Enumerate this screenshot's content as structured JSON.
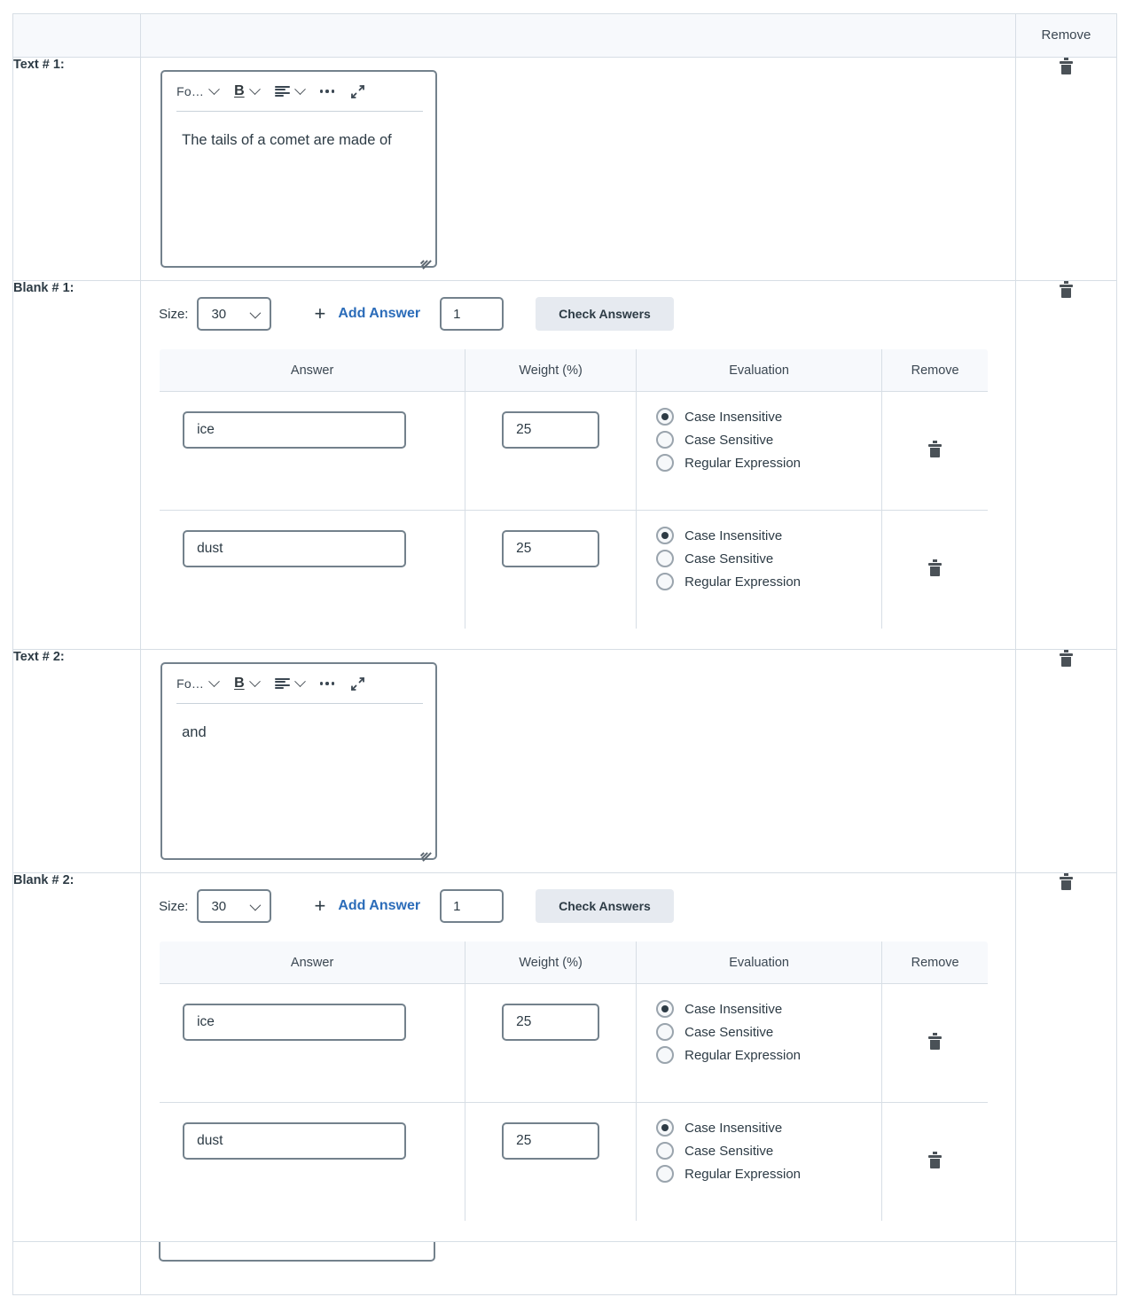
{
  "table": {
    "header": {
      "remove_label": "Remove"
    },
    "rows": [
      {
        "kind": "text",
        "label": "Text # 1:",
        "editor": {
          "font_label": "Fo…",
          "bold_label": "B",
          "content": "The tails of a comet are made of"
        }
      },
      {
        "kind": "blank",
        "label": "Blank # 1:",
        "toolbar": {
          "size_label": "Size:",
          "size_value": "30",
          "plus_label": "+",
          "add_answer_label": "Add Answer",
          "count_value": "1",
          "check_answers_label": "Check Answers"
        },
        "answers_table": {
          "headers": [
            "Answer",
            "Weight (%)",
            "Evaluation",
            "Remove"
          ],
          "rows": [
            {
              "answer": "ice",
              "weight": "25",
              "evaluation_options": [
                "Case Insensitive",
                "Case Sensitive",
                "Regular Expression"
              ],
              "evaluation_selected": "Case Insensitive"
            },
            {
              "answer": "dust",
              "weight": "25",
              "evaluation_options": [
                "Case Insensitive",
                "Case Sensitive",
                "Regular Expression"
              ],
              "evaluation_selected": "Case Insensitive"
            }
          ]
        }
      },
      {
        "kind": "text",
        "label": "Text # 2:",
        "editor": {
          "font_label": "Fo…",
          "bold_label": "B",
          "content": "and"
        }
      },
      {
        "kind": "blank",
        "label": "Blank # 2:",
        "toolbar": {
          "size_label": "Size:",
          "size_value": "30",
          "plus_label": "+",
          "add_answer_label": "Add Answer",
          "count_value": "1",
          "check_answers_label": "Check Answers"
        },
        "answers_table": {
          "headers": [
            "Answer",
            "Weight (%)",
            "Evaluation",
            "Remove"
          ],
          "rows": [
            {
              "answer": "ice",
              "weight": "25",
              "evaluation_options": [
                "Case Insensitive",
                "Case Sensitive",
                "Regular Expression"
              ],
              "evaluation_selected": "Case Insensitive"
            },
            {
              "answer": "dust",
              "weight": "25",
              "evaluation_options": [
                "Case Insensitive",
                "Case Sensitive",
                "Regular Expression"
              ],
              "evaluation_selected": "Case Insensitive"
            }
          ]
        }
      }
    ]
  },
  "icons": {
    "trash": "trash-icon",
    "expand": "expand-icon",
    "ellipsis": "ellipsis-icon",
    "align": "align-left-icon",
    "chevron": "chevron-down-icon"
  },
  "colors": {
    "link": "#2b6cb9",
    "header_bg": "#f7f9fc",
    "border": "#d7dee5",
    "field_border": "#73818c",
    "button_bg": "#e6eaf0",
    "text": "#2d3b45"
  }
}
